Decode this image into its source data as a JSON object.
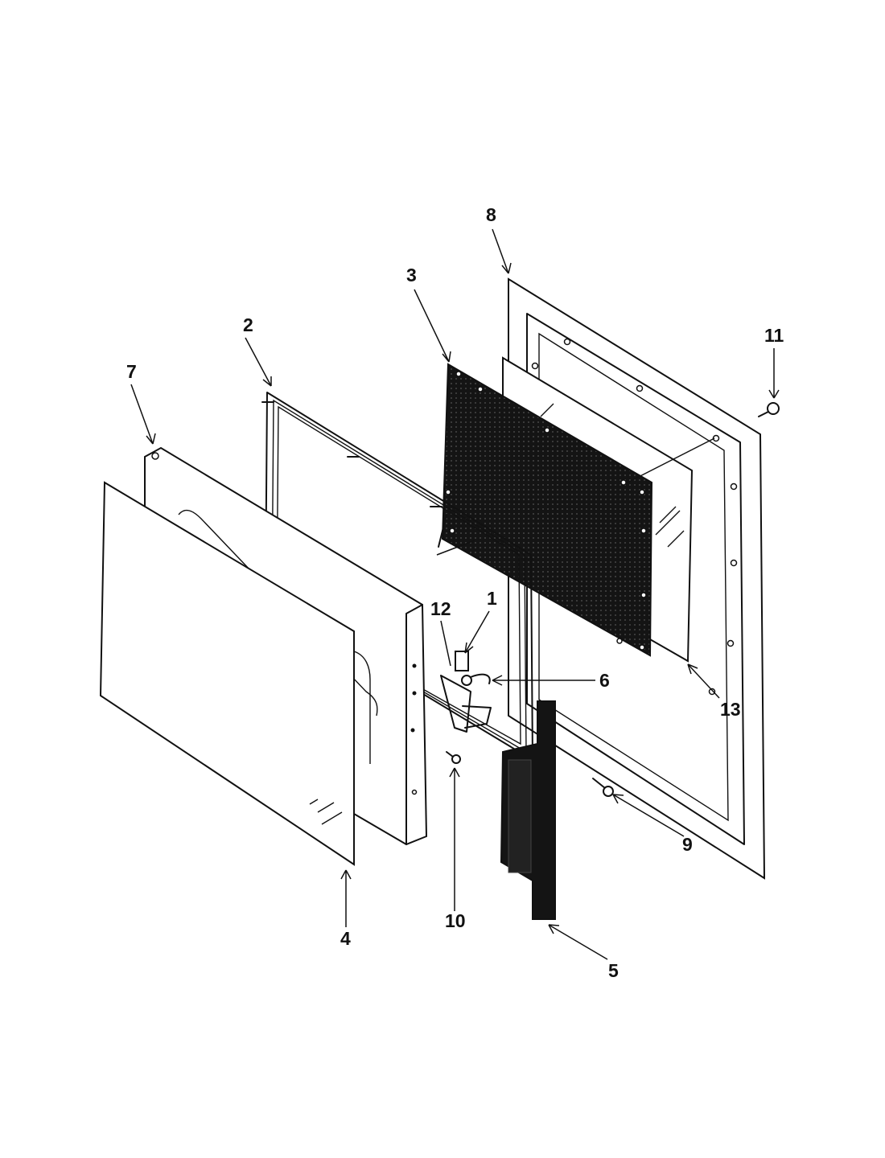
{
  "parts": [
    {
      "id": "part-1",
      "label": "1"
    },
    {
      "id": "part-2",
      "label": "2"
    },
    {
      "id": "part-3",
      "label": "3"
    },
    {
      "id": "part-4",
      "label": "4"
    },
    {
      "id": "part-5",
      "label": "5"
    },
    {
      "id": "part-6",
      "label": "6"
    },
    {
      "id": "part-7",
      "label": "7"
    },
    {
      "id": "part-8",
      "label": "8"
    },
    {
      "id": "part-9",
      "label": "9"
    },
    {
      "id": "part-10",
      "label": "10"
    },
    {
      "id": "part-11",
      "label": "11"
    },
    {
      "id": "part-12",
      "label": "12"
    },
    {
      "id": "part-13",
      "label": "13"
    }
  ]
}
